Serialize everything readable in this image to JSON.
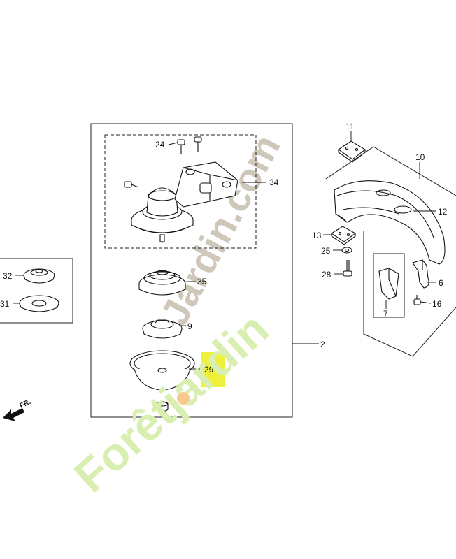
{
  "watermark": {
    "gray_text": "Jardin.com",
    "green_text": "Forêtjardin"
  },
  "direction_label": "FR.",
  "highlight_color": "#eef13a",
  "callouts": {
    "p2": "2",
    "p6": "6",
    "p7": "7",
    "p9": "9",
    "p10": "10",
    "p11": "11",
    "p12": "12",
    "p13": "13",
    "p16": "16",
    "p24": "24",
    "p25": "25",
    "p28": "28",
    "p29": "29",
    "p31": "31",
    "p32": "32",
    "p34": "34",
    "p35": "35"
  }
}
